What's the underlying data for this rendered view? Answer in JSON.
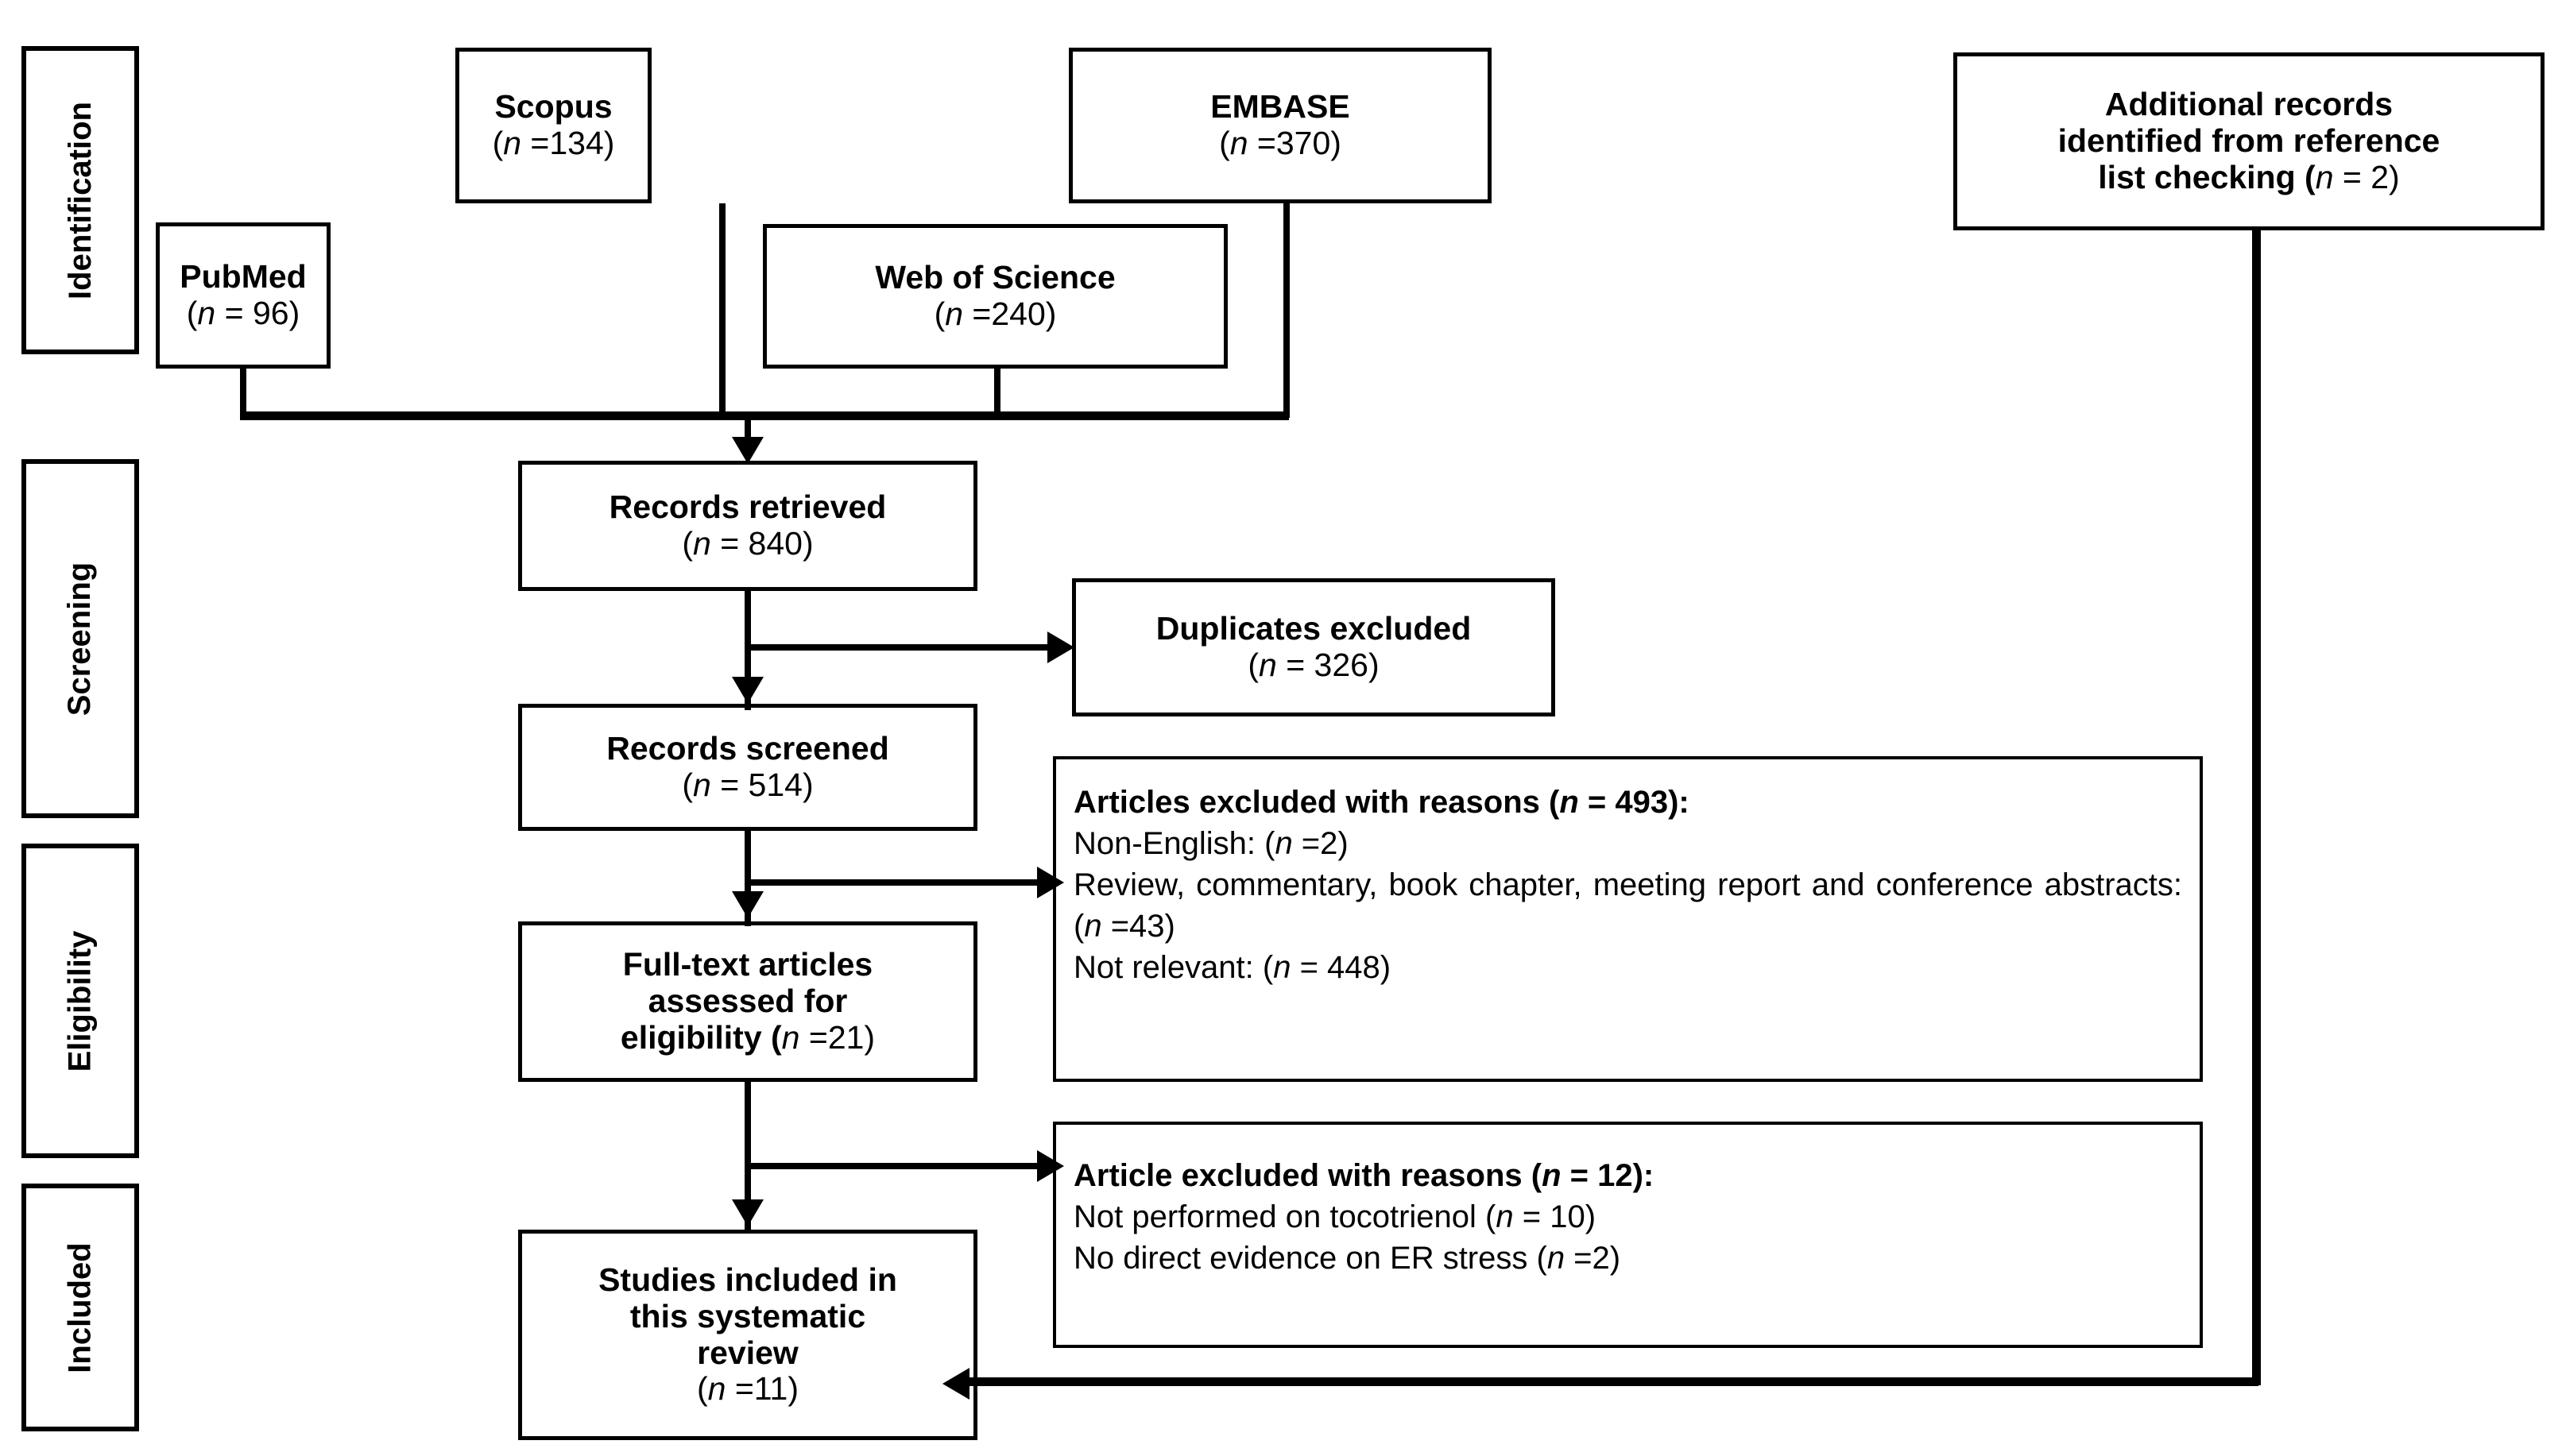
{
  "diagram": {
    "type": "prisma-flow-diagram",
    "title": "PRISMA study selection flow diagram"
  },
  "stages": [
    {
      "label": "Identification"
    },
    {
      "label": "Screening"
    },
    {
      "label": "Eligibility"
    },
    {
      "label": "Included"
    }
  ],
  "sources": [
    {
      "name": "Scopus",
      "count_label": "(n =134)",
      "n": 134
    },
    {
      "name": "EMBASE",
      "count_label": "(n =370)",
      "n": 370
    },
    {
      "name": "PubMed",
      "count_label": "(n = 96)",
      "n": 96
    },
    {
      "name": "Web of Science",
      "count_label": "(n =240)",
      "n": 240
    }
  ],
  "additional_records": {
    "line1": "Additional records",
    "line2": "identified from reference",
    "line3_pre": "list checking (",
    "line3_italic": "n",
    "line3_post": " = 2)",
    "n": 2
  },
  "flow": {
    "retrieved": {
      "title": "Records retrieved",
      "count_label": "(n = 840)",
      "n": 840
    },
    "duplicates": {
      "title": "Duplicates excluded",
      "count_label": "(n = 326)",
      "n": 326
    },
    "screened": {
      "title": "Records screened",
      "count_label": "(n = 514)",
      "n": 514
    },
    "fulltext": {
      "title_line1": "Full-text articles",
      "title_line2": "assessed for",
      "title_line3_pre": "eligibility (",
      "title_line3_italic": "n",
      "title_line3_post": " =21)",
      "n": 21
    },
    "included": {
      "title_line1": "Studies included in",
      "title_line2": "this systematic",
      "title_line3": "review",
      "count_label": "(n =11)",
      "n": 11
    }
  },
  "excluded_screening": {
    "heading_pre": "Articles excluded with reasons (",
    "heading_italic": "n",
    "heading_post": " = 493):",
    "n": 493,
    "reasons": [
      {
        "text_pre": "Non-English: (",
        "italic": "n",
        "text_post": " =2)",
        "n": 2
      },
      {
        "text_pre": "Review, commentary, book chapter, meeting report and conference abstracts: (",
        "italic": "n",
        "text_post": " =43)",
        "n": 43
      },
      {
        "text_pre": "Not relevant: (",
        "italic": "n",
        "text_post": " = 448)",
        "n": 448
      }
    ]
  },
  "excluded_eligibility": {
    "heading_pre": "Article excluded with reasons (",
    "heading_italic": "n",
    "heading_post": " = 12):",
    "n": 12,
    "reasons": [
      {
        "text_pre": "Not performed on tocotrienol (",
        "italic": "n",
        "text_post": " = 10)",
        "n": 10
      },
      {
        "text_pre": "No direct evidence on ER stress (",
        "italic": "n",
        "text_post": " =2)",
        "n": 2
      }
    ]
  },
  "colors": {
    "stroke": "#000000",
    "background": "#ffffff",
    "text": "#000000"
  }
}
